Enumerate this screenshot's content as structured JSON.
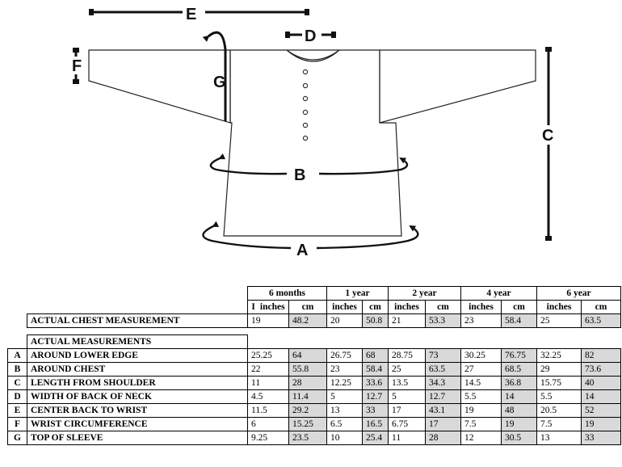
{
  "diagram": {
    "labels": {
      "A": "A",
      "B": "B",
      "C": "C",
      "D": "D",
      "E": "E",
      "F": "F",
      "G": "G"
    }
  },
  "table": {
    "sizes": [
      "6 months",
      "1 year",
      "2 year",
      "4 year",
      "6 year"
    ],
    "sub_clipped": "I",
    "units": [
      "inches",
      "cm"
    ],
    "chest": {
      "label": "ACTUAL CHEST MEASUREMENT",
      "values": [
        "19",
        "48.2",
        "20",
        "50.8",
        "21",
        "53.3",
        "23",
        "58.4",
        "25",
        "63.5"
      ]
    },
    "section_header": "ACTUAL MEASUREMENTS",
    "rows": [
      {
        "letter": "A",
        "label": "AROUND LOWER EDGE",
        "values": [
          "25.25",
          "64",
          "26.75",
          "68",
          "28.75",
          "73",
          "30.25",
          "76.75",
          "32.25",
          "82"
        ]
      },
      {
        "letter": "B",
        "label": "AROUND CHEST",
        "values": [
          "22",
          "55.8",
          "23",
          "58.4",
          "25",
          "63.5",
          "27",
          "68.5",
          "29",
          "73.6"
        ]
      },
      {
        "letter": "C",
        "label": "LENGTH FROM SHOULDER",
        "values": [
          "11",
          "28",
          "12.25",
          "33.6",
          "13.5",
          "34.3",
          "14.5",
          "36.8",
          "15.75",
          "40"
        ]
      },
      {
        "letter": "D",
        "label": "WIDTH OF BACK OF NECK",
        "values": [
          "4.5",
          "11.4",
          "5",
          "12.7",
          "5",
          "12.7",
          "5.5",
          "14",
          "5.5",
          "14"
        ]
      },
      {
        "letter": "E",
        "label": "CENTER BACK TO WRIST",
        "values": [
          "11.5",
          "29.2",
          "13",
          "33",
          "17",
          "43.1",
          "19",
          "48",
          "20.5",
          "52"
        ]
      },
      {
        "letter": "F",
        "label": "WRIST CIRCUMFERENCE",
        "values": [
          "6",
          "15.25",
          "6.5",
          "16.5",
          "6.75",
          "17",
          "7.5",
          "19",
          "7.5",
          "19"
        ]
      },
      {
        "letter": "G",
        "label": "TOP OF SLEEVE",
        "values": [
          "9.25",
          "23.5",
          "10",
          "25.4",
          "11",
          "28",
          "12",
          "30.5",
          "13",
          "33"
        ]
      }
    ]
  }
}
